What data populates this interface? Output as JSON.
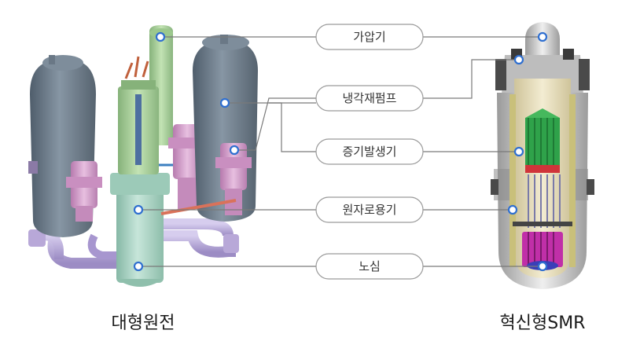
{
  "labels": {
    "pressurizer": "가압기",
    "coolant_pump": "냉각재펌프",
    "steam_generator": "증기발생기",
    "reactor_vessel": "원자로용기",
    "core": "노심"
  },
  "captions": {
    "left": "대형원전",
    "right": "혁신형SMR"
  },
  "colors": {
    "line": "#7a7a7a",
    "pill_border": "#9a9a9a",
    "marker": "#2f6fd0",
    "sg_body": "#6d7d8c",
    "pump_pink": "#d39fc9",
    "vessel_green": "#a9d3c2",
    "pressurizer_green": "#a8d19a",
    "pipe_lilac": "#b8a8d8",
    "smr_shell": "#dcdcdc",
    "smr_inner": "#e9e0c2",
    "smr_core_green": "#2fa24a",
    "smr_core_magenta": "#c02fa8"
  }
}
